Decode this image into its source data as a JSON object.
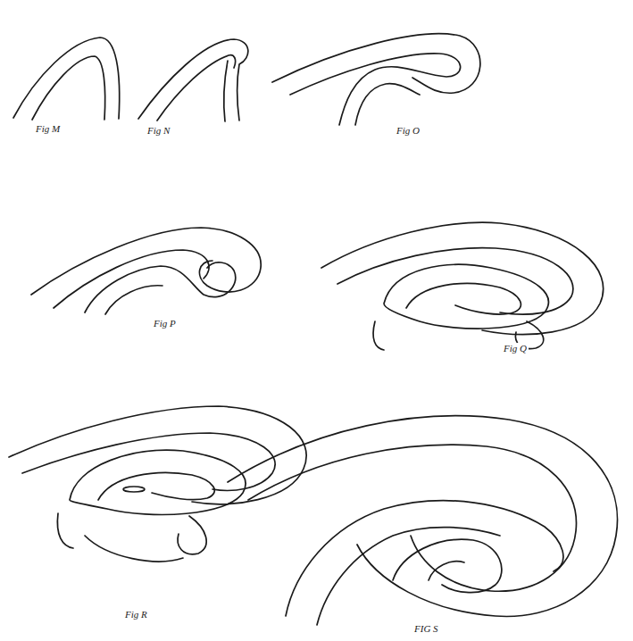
{
  "diagram": {
    "labels": [
      "Fig M",
      "Fig N",
      "Fig O",
      "Fig P",
      "Fig Q",
      "Fig R",
      "FIG S"
    ]
  }
}
